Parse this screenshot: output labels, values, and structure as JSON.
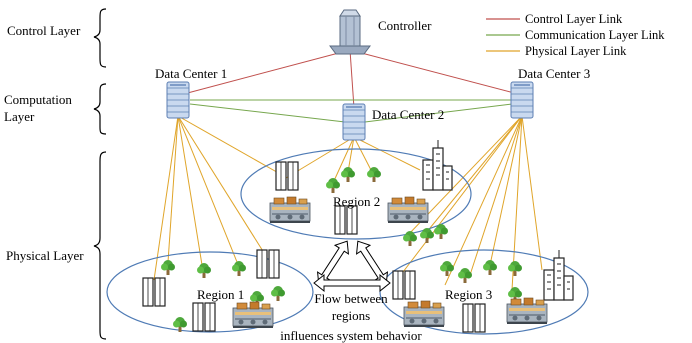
{
  "layers": {
    "control": "Control Layer",
    "computation": "Computation Layer",
    "physical": "Physical Layer"
  },
  "nodes": {
    "controller": "Controller",
    "dc1": "Data Center 1",
    "dc2": "Data Center 2",
    "dc3": "Data Center 3",
    "region1": "Region 1",
    "region2": "Region 2",
    "region3": "Region 3"
  },
  "legend": [
    {
      "label": "Control Layer  Link",
      "color": "#c0504d"
    },
    {
      "label": "Communication Layer Link",
      "color": "#77a74e"
    },
    {
      "label": "Physical Layer Link",
      "color": "#e0a52a"
    }
  ],
  "annotation": {
    "line1": "Flow between",
    "line2": "regions",
    "line3": "influences system behavior"
  },
  "icons": {
    "server": "server-rack-icon",
    "controller": "controller-tower-icon",
    "tree": "tree-icon",
    "building": "building-icon",
    "factory": "power-plant-icon"
  }
}
